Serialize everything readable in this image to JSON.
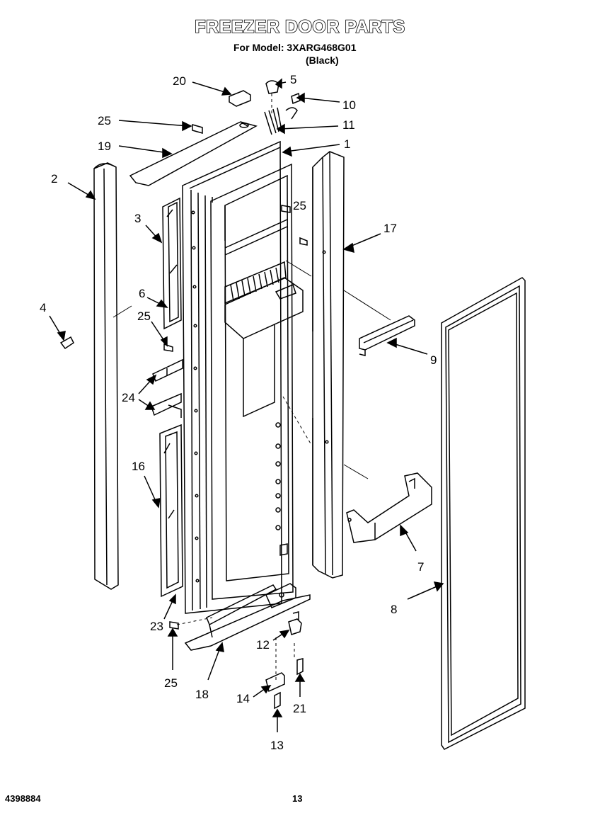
{
  "header": {
    "title": "FREEZER DOOR PARTS",
    "model_line": "For Model: 3XARG468G01",
    "variant": "(Black)"
  },
  "footer": {
    "doc_number": "4398884",
    "page_number": "13"
  },
  "callouts": [
    "20",
    "5",
    "10",
    "11",
    "25",
    "19",
    "1",
    "2",
    "25",
    "17",
    "3",
    "6",
    "25",
    "4",
    "9",
    "24",
    "16",
    "7",
    "8",
    "23",
    "12",
    "25",
    "18",
    "14",
    "21",
    "13"
  ]
}
